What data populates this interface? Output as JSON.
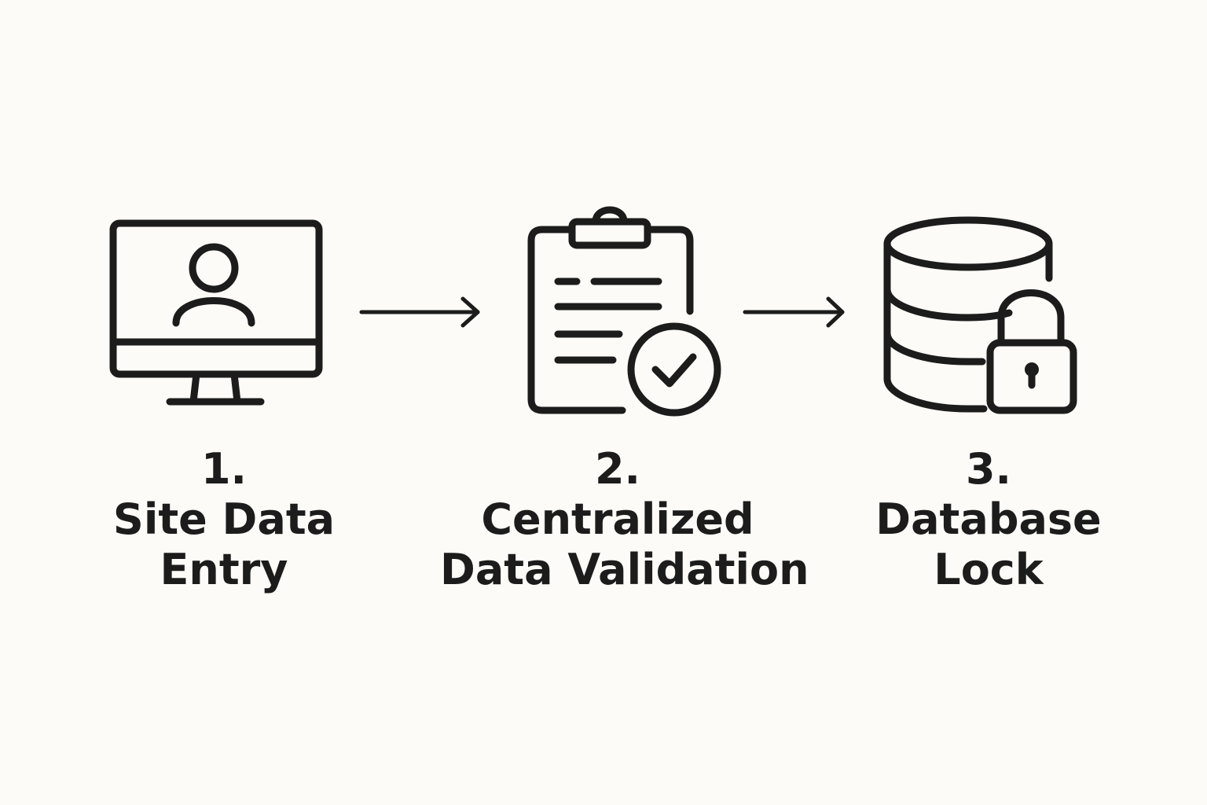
{
  "colors": {
    "background": "#FCFBF8",
    "ink": "#1C1C1C"
  },
  "steps": [
    {
      "number": "1.",
      "line1": "Site Data",
      "line2": "Entry",
      "icon": "monitor-user-icon"
    },
    {
      "number": "2.",
      "line1": "Centralized",
      "line2": "Data Validation",
      "icon": "clipboard-check-icon"
    },
    {
      "number": "3.",
      "line1": "Database",
      "line2": "Lock",
      "icon": "database-lock-icon"
    }
  ],
  "connectors": [
    "arrow-right-icon",
    "arrow-right-icon"
  ]
}
